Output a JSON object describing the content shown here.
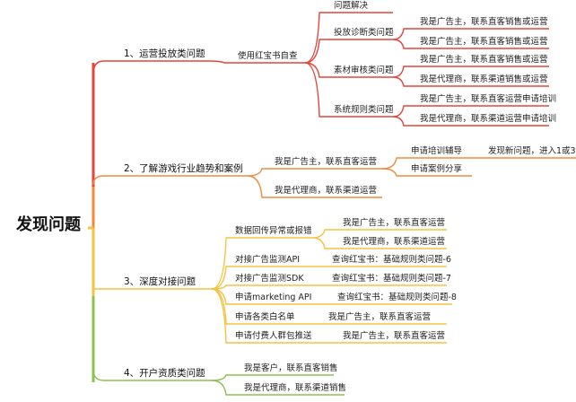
{
  "root": "发现问题",
  "branches": [
    {
      "label": "1、运营投放类问题",
      "color": "#e2463c",
      "children": [
        {
          "label": "使用红宝书自查",
          "children": [
            {
              "label": "问题解决",
              "children": []
            },
            {
              "label": "投放诊断类问题",
              "children": [
                {
                  "label": "我是广告主，联系直客销售或运营"
                },
                {
                  "label": "我是广告主，联系直客销售或运营"
                }
              ]
            },
            {
              "label": "素材审核类问题",
              "children": [
                {
                  "label": "我是广告主，联系直客销售或运营"
                },
                {
                  "label": "我是代理商，联系渠道销售或运营"
                }
              ]
            },
            {
              "label": "系统规则类问题",
              "children": [
                {
                  "label": "我是广告主，联系直客运营申请培训"
                },
                {
                  "label": "我是代理商，联系渠道运营申请培训"
                }
              ]
            }
          ]
        }
      ]
    },
    {
      "label": "2、了解游戏行业趋势和案例",
      "color": "#f28a3c",
      "children": [
        {
          "label": "我是广告主，联系直客运营",
          "children": [
            {
              "label": "申请培训辅导",
              "children": [
                {
                  "label": "发现新问题，进入1或3"
                }
              ]
            },
            {
              "label": "申请案例分享",
              "children": []
            }
          ]
        },
        {
          "label": "我是代理商，联系渠道运营",
          "children": []
        }
      ]
    },
    {
      "label": "3、深度对接问题",
      "color": "#f5c343",
      "children": [
        {
          "label": "数据回传异常或报错",
          "children": [
            {
              "label": "我是广告主，联系直客运营"
            },
            {
              "label": "我是代理商，联系渠道运营"
            }
          ]
        },
        {
          "label": "对接广告监测API",
          "children": [
            {
              "label": "查询红宝书：基础规则类问题-6"
            }
          ]
        },
        {
          "label": "对接广告监测SDK",
          "children": [
            {
              "label": "查询红宝书：基础规则类问题-7"
            }
          ]
        },
        {
          "label": "申请marketing API",
          "children": [
            {
              "label": "查询红宝书：基础规则类问题-8"
            }
          ]
        },
        {
          "label": "申请各类白名单",
          "children": [
            {
              "label": "我是广告主，联系直客运营"
            }
          ]
        },
        {
          "label": "申请付费人群包推送",
          "children": [
            {
              "label": "我是广告主，联系直客运营"
            }
          ]
        }
      ]
    },
    {
      "label": "4、开户资质类问题",
      "color": "#8cc152",
      "children": [
        {
          "label": "我是客户，联系直客销售",
          "children": []
        },
        {
          "label": "我是代理商，联系渠道销售",
          "children": []
        }
      ]
    }
  ]
}
